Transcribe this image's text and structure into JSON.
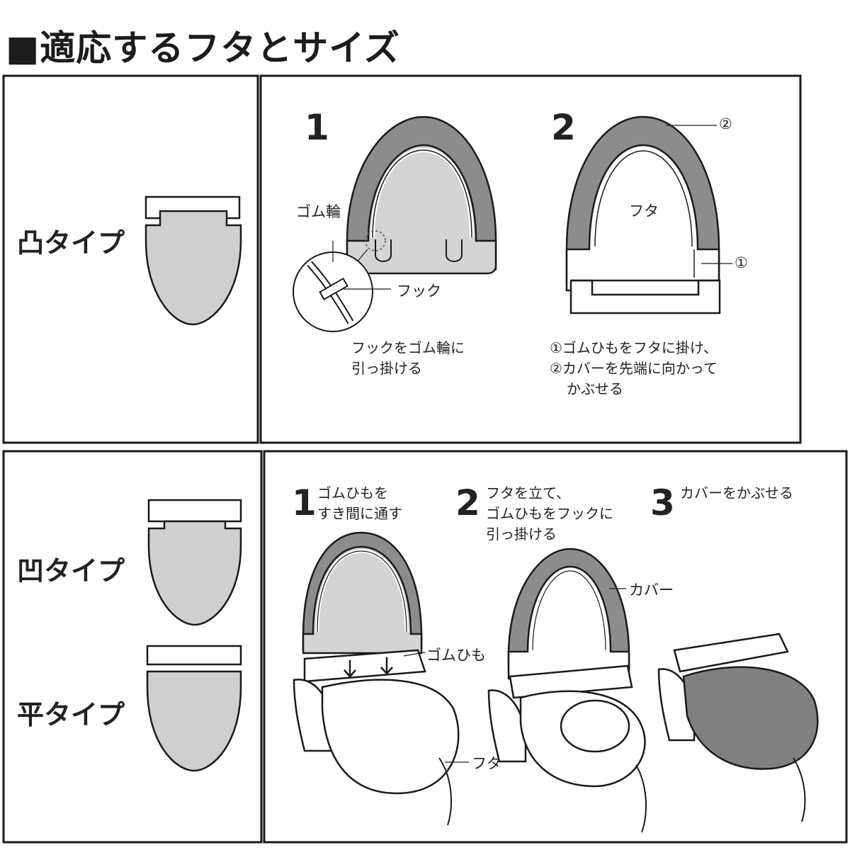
{
  "title": "■適応するフタとサイズ",
  "top": {
    "type_label": "凸タイプ",
    "step1": {
      "num": "1",
      "callout_band": "ゴム輪",
      "callout_hook": "フック",
      "caption": [
        "フックをゴム輪に",
        "引っ掛ける"
      ]
    },
    "step2": {
      "num": "2",
      "lid_label": "フタ",
      "mark_cover": "②",
      "mark_string": "①",
      "caption": [
        "①ゴムひもをフタに掛け、",
        "②カバーを先端に向かって",
        "かぶせる"
      ]
    }
  },
  "bottom": {
    "type_concave": "凹タイプ",
    "type_flat": "平タイプ",
    "step1": {
      "num": "1",
      "caption": [
        "ゴムひもを",
        "すき間に通す"
      ]
    },
    "step2": {
      "num": "2",
      "caption": [
        "フタを立て、",
        "ゴムひもをフックに",
        "引っ掛ける"
      ]
    },
    "step3": {
      "num": "3",
      "caption": [
        "カバーをかぶせる"
      ]
    },
    "callout_string": "ゴムひも",
    "callout_lid": "フタ",
    "callout_cover": "カバー"
  },
  "colors": {
    "cover_dark": "#8c8c8c",
    "lid_light": "#d0d0d0",
    "line": "#1a1a1a"
  }
}
